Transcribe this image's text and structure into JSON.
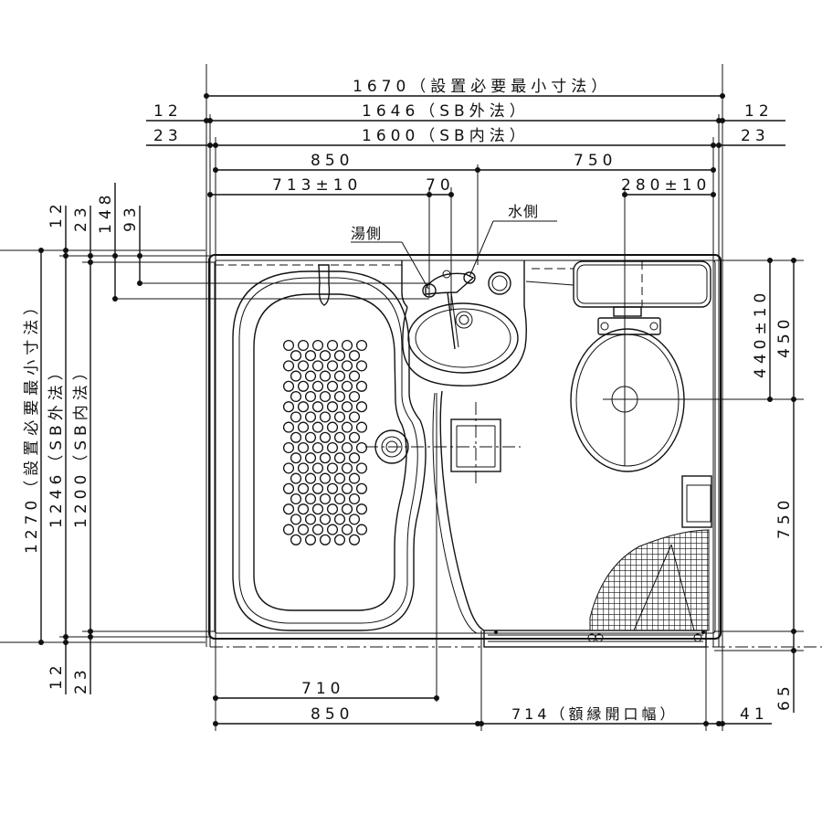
{
  "dims_top": {
    "overall": "1670（設置必要最小寸法）",
    "sb_outer": "1646（SB外法）",
    "sb_inner": "1600（SB内法）",
    "left_12": "12",
    "right_12": "12",
    "left_23": "23",
    "right_23": "23",
    "bath_850": "850",
    "wash_750": "750",
    "faucet_713": "713±10",
    "faucet_70": "70",
    "toilet_280": "280±10"
  },
  "dims_left": {
    "overall": "1270（設置必要最小寸法）",
    "sb_outer": "1246（SB外法）",
    "sb_inner": "1200（SB内法）",
    "top_12": "12",
    "top_23": "23",
    "top_148": "148",
    "top_93": "93",
    "bottom_12": "12",
    "bottom_23": "23"
  },
  "dims_right": {
    "toilet_440": "440±10",
    "toilet_450": "450",
    "lower_750": "750",
    "door_65": "65"
  },
  "dims_bottom": {
    "drain_710": "710",
    "bath_850": "850",
    "door_714": "714（額縁開口幅）",
    "right_41": "41"
  },
  "labels": {
    "hot_side": "湯側",
    "water_side": "水側"
  }
}
